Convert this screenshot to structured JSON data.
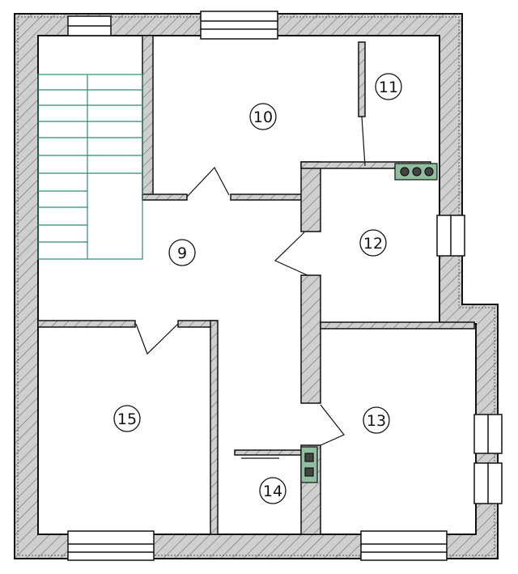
{
  "rooms": [
    {
      "id": "room-9",
      "label": "9"
    },
    {
      "id": "room-10",
      "label": "10"
    },
    {
      "id": "room-11",
      "label": "11"
    },
    {
      "id": "room-12",
      "label": "12"
    },
    {
      "id": "room-13",
      "label": "13"
    },
    {
      "id": "room-14",
      "label": "14"
    },
    {
      "id": "room-15",
      "label": "15"
    }
  ],
  "colors": {
    "wall_fill": "#c8c8c8",
    "line": "#111111",
    "stair": "#2e8b6e",
    "background": "#ffffff"
  }
}
